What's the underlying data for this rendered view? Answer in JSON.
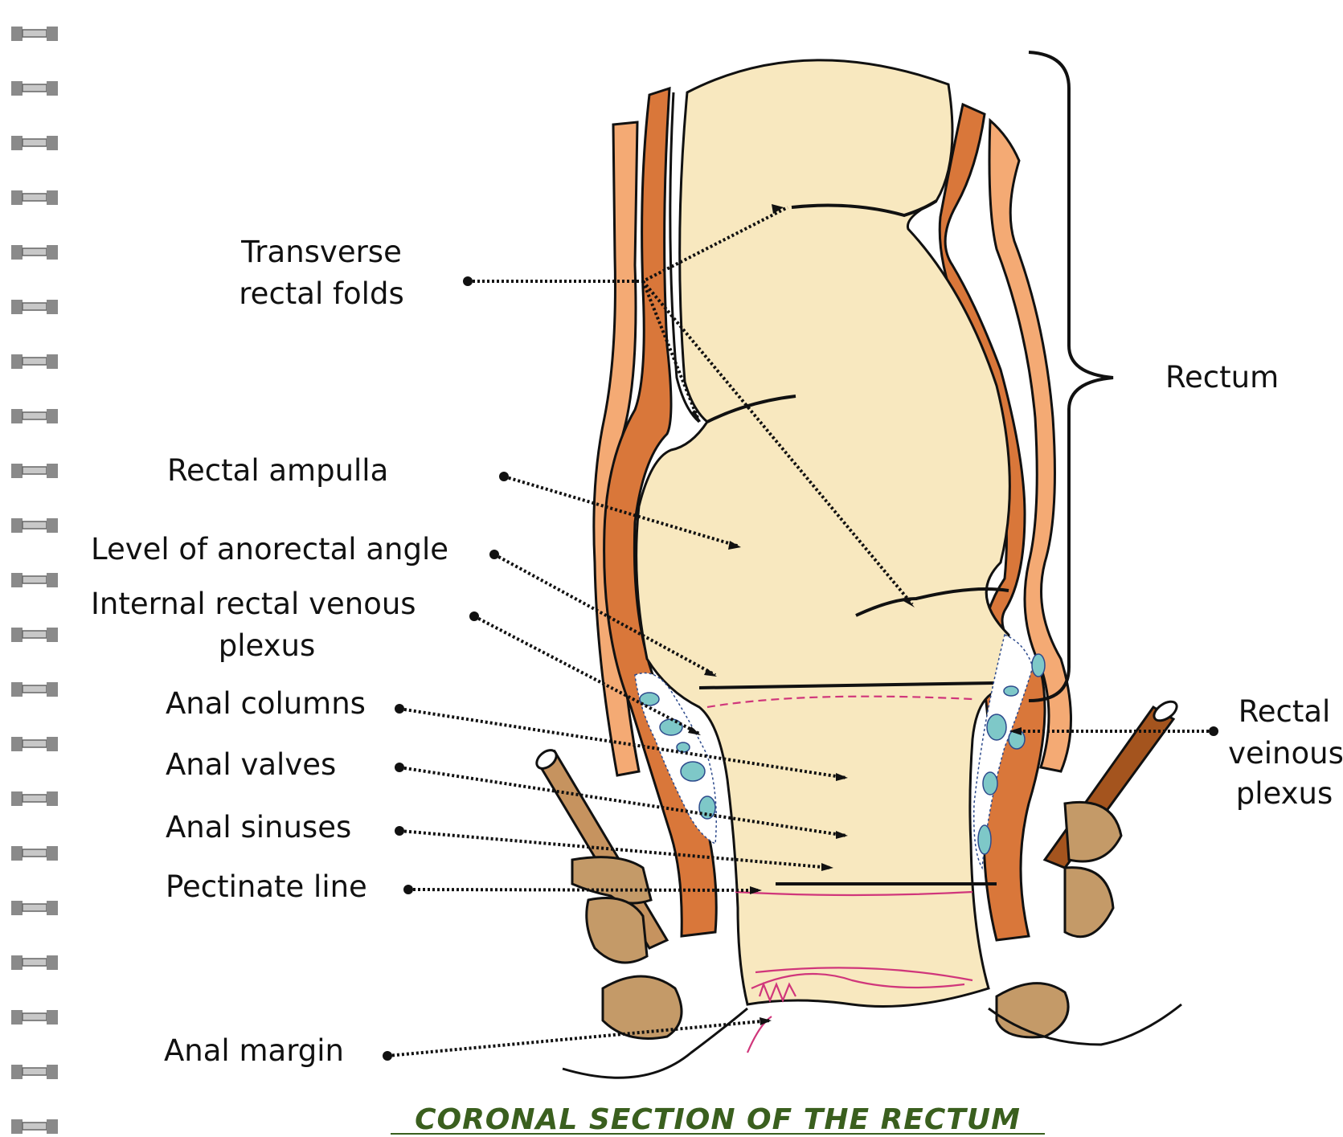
{
  "labels": {
    "transverse_1": "Transverse",
    "transverse_2": "rectal folds",
    "rectal_ampulla": "Rectal ampulla",
    "anorectal_angle": "Level of anorectal angle",
    "internal_plexus_1": "Internal rectal venous",
    "internal_plexus_2": "plexus",
    "anal_columns": "Anal columns",
    "anal_valves": "Anal valves",
    "anal_sinuses": "Anal sinuses",
    "pectinate_line": "Pectinate line",
    "anal_margin": "Anal margin",
    "rectum": "Rectum",
    "rectal_plexus_1": "Rectal",
    "rectal_plexus_2": "veinous",
    "rectal_plexus_3": "plexus"
  },
  "caption": "CORONAL SECTION OF THE RECTUM",
  "colors": {
    "lumen": "#f8e8bf",
    "muscle_dark": "#d9773a",
    "muscle_light": "#f4aa74",
    "levator": "#c6935f",
    "vein": "#7ec8c8",
    "mucosa_line": "#d0367b",
    "caption": "#3a5f1e"
  }
}
